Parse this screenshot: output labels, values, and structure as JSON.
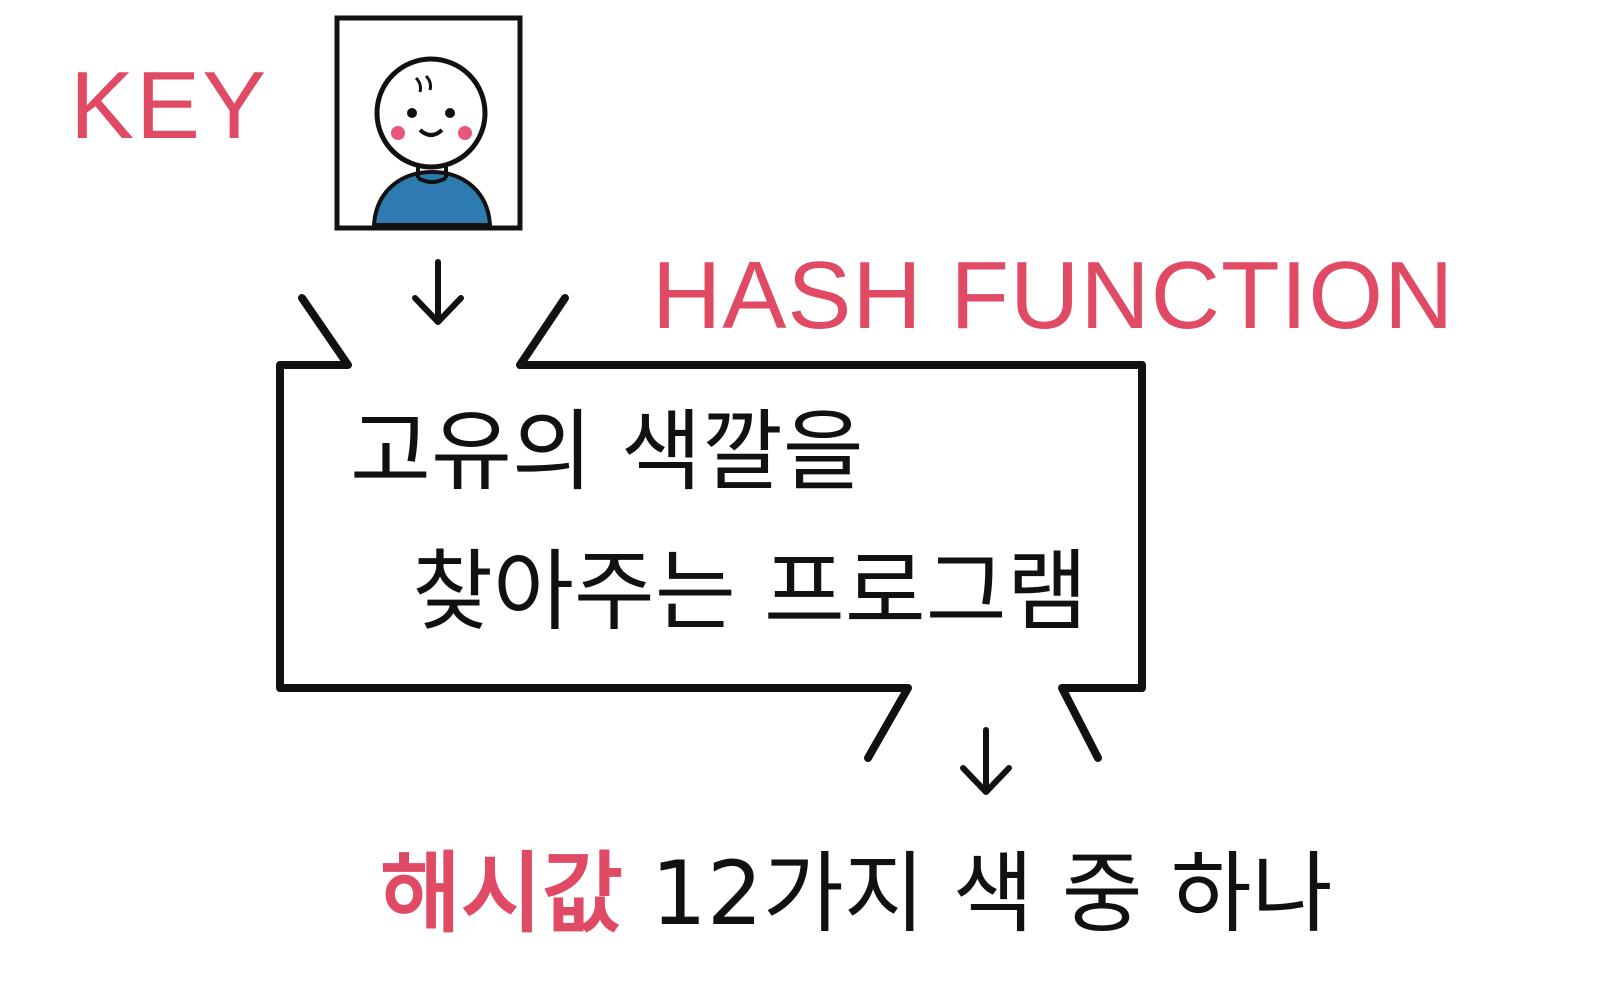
{
  "diagram": {
    "key_label": "KEY",
    "hash_function_label": "HASH FUNCTION",
    "function_description_line1": "고유의 색깔을",
    "function_description_line2": "찾아주는 프로그램",
    "result_label": "해시값",
    "result_description": "12가지 색 중 하나"
  },
  "colors": {
    "accent": "#e04a64",
    "ink": "#111111",
    "shirt": "#2e7bb0",
    "cheek": "#e8577a"
  },
  "icons": {
    "key_image": "person-portrait-icon",
    "flow_arrow": "arrow-down-icon"
  }
}
